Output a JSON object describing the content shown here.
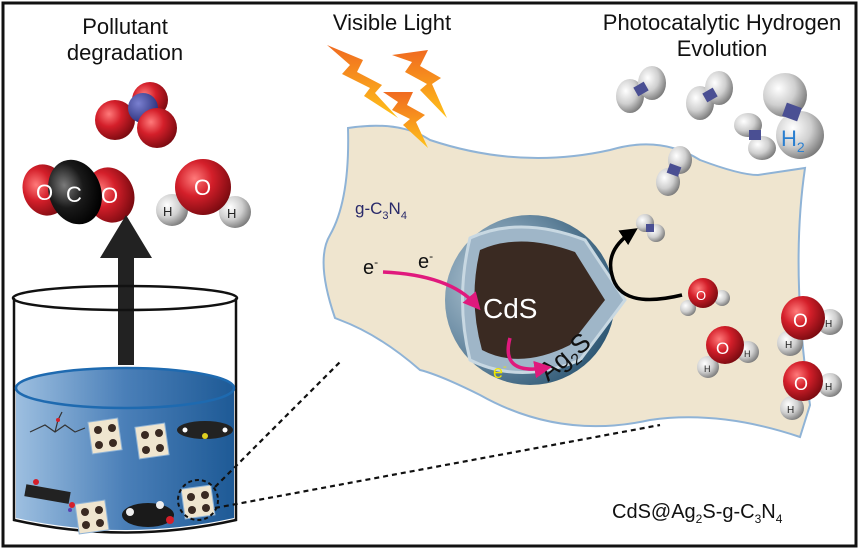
{
  "titles": {
    "left_line1": "Pollutant",
    "left_line2": "degradation",
    "center": "Visible Light",
    "right_line1": "Photocatalytic Hydrogen",
    "right_line2": "Evolution"
  },
  "labels": {
    "gcn_base": "g-C",
    "gcn_sub1": "3",
    "gcn_mid": "N",
    "gcn_sub2": "4",
    "electron_1": "e",
    "electron_2": "e",
    "electron_3": "e",
    "electron_sup": "-",
    "cds": "CdS",
    "ag2s_base": "Ag",
    "ag2s_sub": "2",
    "ag2s_end": "S",
    "h2_base": "H",
    "h2_sub": "2",
    "atom_o": "O",
    "atom_c": "C",
    "atom_h": "H"
  },
  "composite": {
    "part1": "CdS@Ag",
    "sub1": "2",
    "part2": "S-g-C",
    "sub2": "3",
    "part3": "N",
    "sub3": "4"
  },
  "colors": {
    "sheet_fill": "#efe5cf",
    "sheet_stroke": "#8fb3d6",
    "water_dark": "#1e5a96",
    "water_light": "#8fb4d8",
    "electron_arrow": "#e0197d",
    "electron_yellow": "#f2e600",
    "gcn_text": "#2a2a6a",
    "h2_text": "#2a7fd0",
    "oxygen": "#d41f2a",
    "nitrogen": "#3a3f93",
    "carbon": "#1a1a1a",
    "hydrogen": "#c8c8c8",
    "cds_core": "#3a2a22",
    "ag2s_shell": "#2f5a78",
    "lightning_top": "#f06a20",
    "lightning_bottom": "#ffc21a"
  }
}
